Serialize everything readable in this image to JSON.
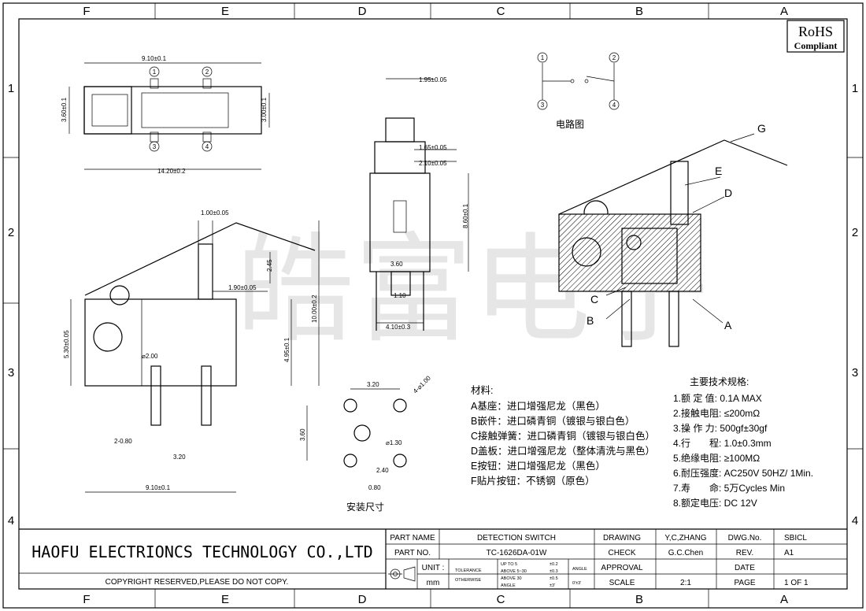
{
  "columns": [
    "F",
    "E",
    "D",
    "C",
    "B",
    "A"
  ],
  "rows": [
    "1",
    "2",
    "3",
    "4"
  ],
  "rohs": {
    "line1": "RoHS",
    "line2": "Compliant"
  },
  "watermark": "皓富电子",
  "top_view": {
    "dims": [
      "9.10±0.1",
      "3.60±0.1",
      "3.00±0.1",
      "14.20±0.2"
    ],
    "pins": [
      "1",
      "2",
      "3",
      "4"
    ]
  },
  "front_view": {
    "dims": [
      "1.95±0.05",
      "1.65±0.05",
      "2.10±0.05",
      "8.60±0.1",
      "3.60",
      "1.10",
      "4.10±0.3"
    ]
  },
  "side_view": {
    "dims": [
      "1.00±0.05",
      "2.45",
      "1.90±0.05",
      "10.00±0.2",
      "4.95±0.1",
      "5.30±0.05",
      "⌀2.00",
      "2-0.80",
      "3.20",
      "9.10±0.1"
    ]
  },
  "circuit": {
    "title": "电路图",
    "pins": [
      "1",
      "2",
      "3",
      "4"
    ]
  },
  "section": {
    "labels": [
      "G",
      "E",
      "D",
      "C",
      "B",
      "A"
    ]
  },
  "mounting": {
    "title": "安装尺寸",
    "dims": [
      "3.20",
      "4-⌀1.00",
      "3.60",
      "⌀1.30",
      "2.40",
      "0.80"
    ]
  },
  "materials": {
    "title": "材料:",
    "items": [
      "A基座：进口增强尼龙（黑色）",
      "B嵌件：进口磷青铜（镀银与银白色）",
      "C接触弹簧：进口磷青铜（镀银与银白色）",
      "D盖板：进口增强尼龙（整体清洗与黑色）",
      "E按钮：进口增强尼龙（黑色）",
      "F贴片按钮：不锈钢（原色）"
    ]
  },
  "specs": {
    "title": "主要技术规格:",
    "items": [
      "1.额 定 值: 0.1A MAX",
      "2.接触电阻: ≤200mΩ",
      "3.操 作 力: 500gf±30gf",
      "4.行　　程: 1.0±0.3mm",
      "5.绝缘电阻: ≥100MΩ",
      "6.耐压强度: AC250V 50HZ/ 1Min.",
      "7.寿　　命: 5万Cycles Min",
      "8.额定电压: DC 12V"
    ]
  },
  "title_block": {
    "company": "HAOFU ELECTRIONCS TECHNOLOGY CO.,LTD",
    "copyright": "COPYRIGHT RESERVED,PLEASE DO NOT COPY.",
    "part_name_label": "PART NAME",
    "part_name": "DETECTION SWITCH",
    "part_no_label": "PART NO.",
    "part_no": "TC-1626DA-01W",
    "unit_label": "UNIT :",
    "unit": "mm",
    "tolerance_label": "TOLERANCE",
    "otherwise_label": "OTHERWISE",
    "tol_rows": [
      [
        "UP TO 5",
        "±0.2"
      ],
      [
        "ABOVE 5~30",
        "±0.3"
      ],
      [
        "ABOVE 30",
        "±0.5"
      ],
      [
        "ANGLE",
        "±3'"
      ]
    ],
    "angle_label": "ANGLE",
    "angle_value": "0'±3'",
    "drawing_label": "DRAWING",
    "drawing": "Y,C,ZHANG",
    "check_label": "CHECK",
    "check": "G.C.Chen",
    "approval_label": "APPROVAL",
    "approval": "",
    "scale_label": "SCALE",
    "scale": "2:1",
    "dwg_label": "DWG.No.",
    "dwg": "SBICL",
    "rev_label": "REV.",
    "rev": "A1",
    "date_label": "DATE",
    "date": "",
    "page_label": "PAGE",
    "page": "1 OF 1"
  }
}
